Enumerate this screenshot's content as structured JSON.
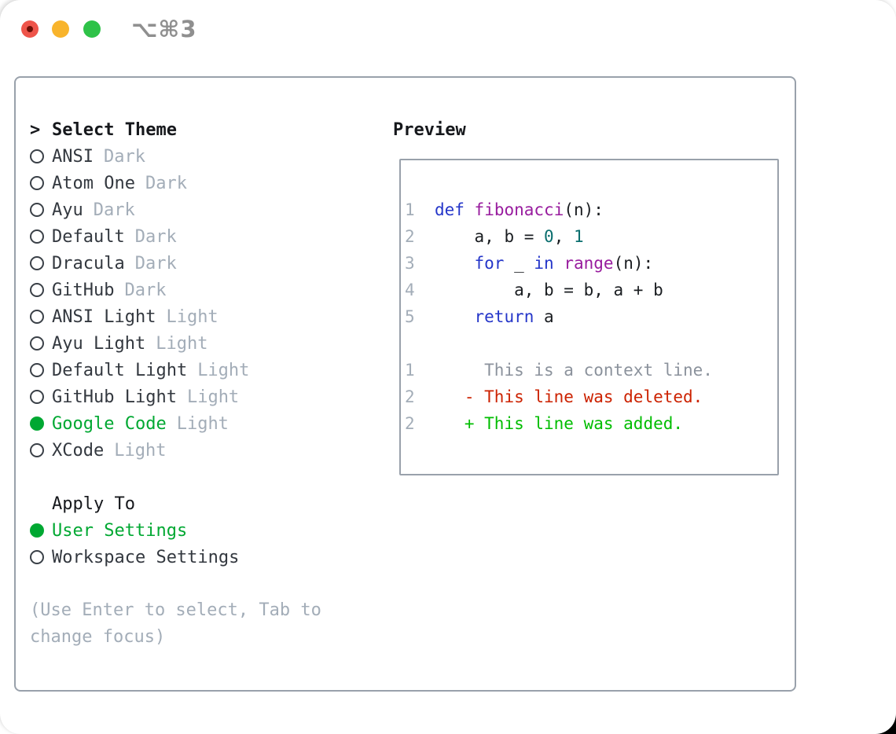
{
  "window": {
    "shortcut_title": "⌥⌘3",
    "traffic_lights": [
      "close",
      "minimize",
      "zoom"
    ]
  },
  "theme_panel": {
    "header": {
      "marker": ">",
      "label": "Select Theme"
    },
    "themes": [
      {
        "name": "ANSI",
        "variant": "Dark",
        "selected": false
      },
      {
        "name": "Atom One",
        "variant": "Dark",
        "selected": false
      },
      {
        "name": "Ayu",
        "variant": "Dark",
        "selected": false
      },
      {
        "name": "Default",
        "variant": "Dark",
        "selected": false
      },
      {
        "name": "Dracula",
        "variant": "Dark",
        "selected": false
      },
      {
        "name": "GitHub",
        "variant": "Dark",
        "selected": false
      },
      {
        "name": "ANSI Light",
        "variant": "Light",
        "selected": false
      },
      {
        "name": "Ayu Light",
        "variant": "Light",
        "selected": false
      },
      {
        "name": "Default Light",
        "variant": "Light",
        "selected": false
      },
      {
        "name": "GitHub Light",
        "variant": "Light",
        "selected": false
      },
      {
        "name": "Google Code",
        "variant": "Light",
        "selected": true
      },
      {
        "name": "XCode",
        "variant": "Light",
        "selected": false
      }
    ],
    "apply_to": {
      "label": "Apply To",
      "options": [
        {
          "name": "User Settings",
          "selected": true
        },
        {
          "name": "Workspace Settings",
          "selected": false
        }
      ]
    },
    "hint_lines": [
      "(Use Enter to select, Tab to",
      "change focus)"
    ]
  },
  "preview": {
    "label": "Preview",
    "code_lines": [
      {
        "num": "1",
        "tokens": [
          {
            "c": "plain",
            "t": "  "
          },
          {
            "c": "kw",
            "t": "def"
          },
          {
            "c": "plain",
            "t": " "
          },
          {
            "c": "fn",
            "t": "fibonacci"
          },
          {
            "c": "plain",
            "t": "(n):"
          }
        ]
      },
      {
        "num": "2",
        "tokens": [
          {
            "c": "plain",
            "t": "      a, b = "
          },
          {
            "c": "num",
            "t": "0"
          },
          {
            "c": "plain",
            "t": ", "
          },
          {
            "c": "num",
            "t": "1"
          }
        ]
      },
      {
        "num": "3",
        "tokens": [
          {
            "c": "plain",
            "t": "      "
          },
          {
            "c": "kw",
            "t": "for"
          },
          {
            "c": "plain",
            "t": " _ "
          },
          {
            "c": "kw",
            "t": "in"
          },
          {
            "c": "plain",
            "t": " "
          },
          {
            "c": "fn",
            "t": "range"
          },
          {
            "c": "plain",
            "t": "(n):"
          }
        ]
      },
      {
        "num": "4",
        "tokens": [
          {
            "c": "plain",
            "t": "          a, b = b, a + b"
          }
        ]
      },
      {
        "num": "5",
        "tokens": [
          {
            "c": "plain",
            "t": "      "
          },
          {
            "c": "kw",
            "t": "return"
          },
          {
            "c": "plain",
            "t": " a"
          }
        ]
      }
    ],
    "diff_lines": [
      {
        "num": "1",
        "kind": "context",
        "text": "       This is a context line."
      },
      {
        "num": "2",
        "kind": "deleted",
        "text": "     - This line was deleted."
      },
      {
        "num": "2",
        "kind": "added",
        "text": "     + This line was added."
      }
    ]
  },
  "colors": {
    "selected_green": "#00a832",
    "added_green": "#00bd00",
    "deleted_red": "#cc2200",
    "keyword_blue": "#2536c9",
    "function_purple": "#981c9e",
    "number_teal": "#0a6e6e",
    "muted_gray": "#a3adb8",
    "border_gray": "#99a1ab",
    "traffic_red": "#ee544a",
    "traffic_yellow": "#f8b42c",
    "traffic_green": "#2ec248"
  }
}
